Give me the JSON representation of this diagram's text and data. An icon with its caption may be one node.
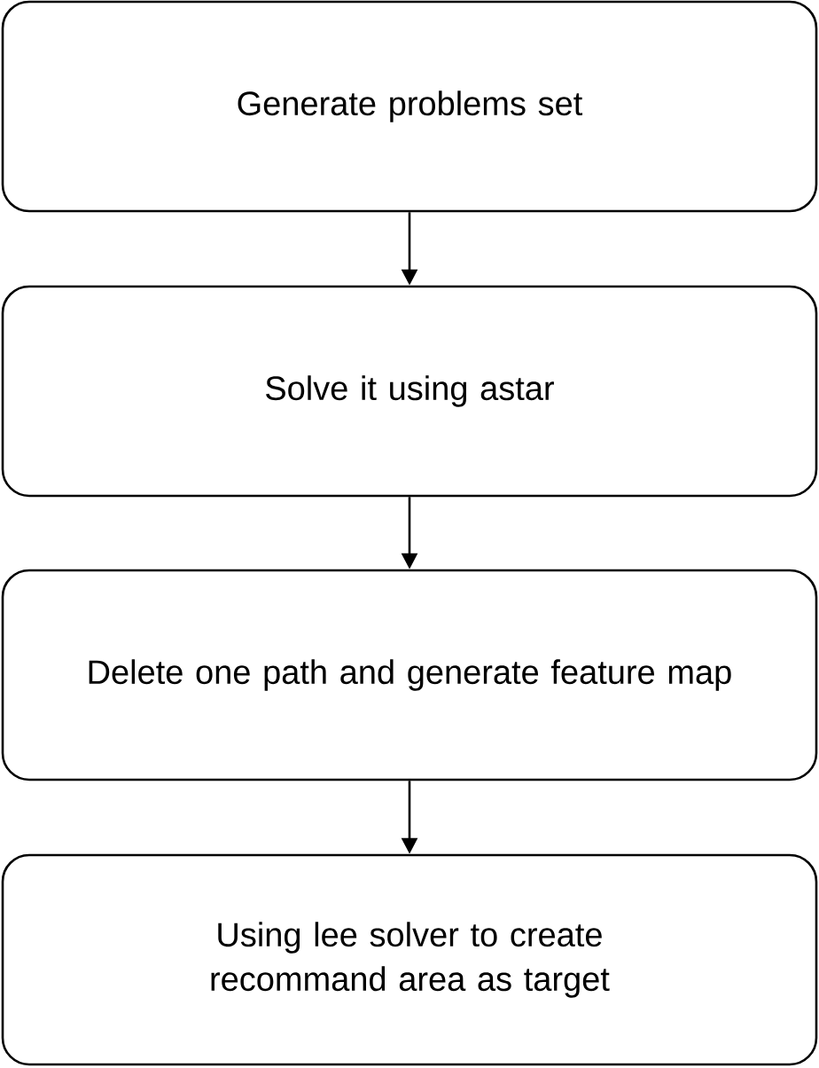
{
  "diagram": {
    "nodes": [
      {
        "text": [
          "Generate problems set"
        ]
      },
      {
        "text": [
          "Solve it using astar"
        ]
      },
      {
        "text": [
          "Delete one path and generate feature map"
        ]
      },
      {
        "text": [
          "Using lee solver to create recommand area as target"
        ]
      }
    ],
    "edges": [
      {
        "from": 0,
        "to": 1,
        "arrow": "to"
      },
      {
        "from": 1,
        "to": 2,
        "arrow": "to"
      },
      {
        "from": 2,
        "to": 3,
        "arrow": "to"
      }
    ]
  }
}
